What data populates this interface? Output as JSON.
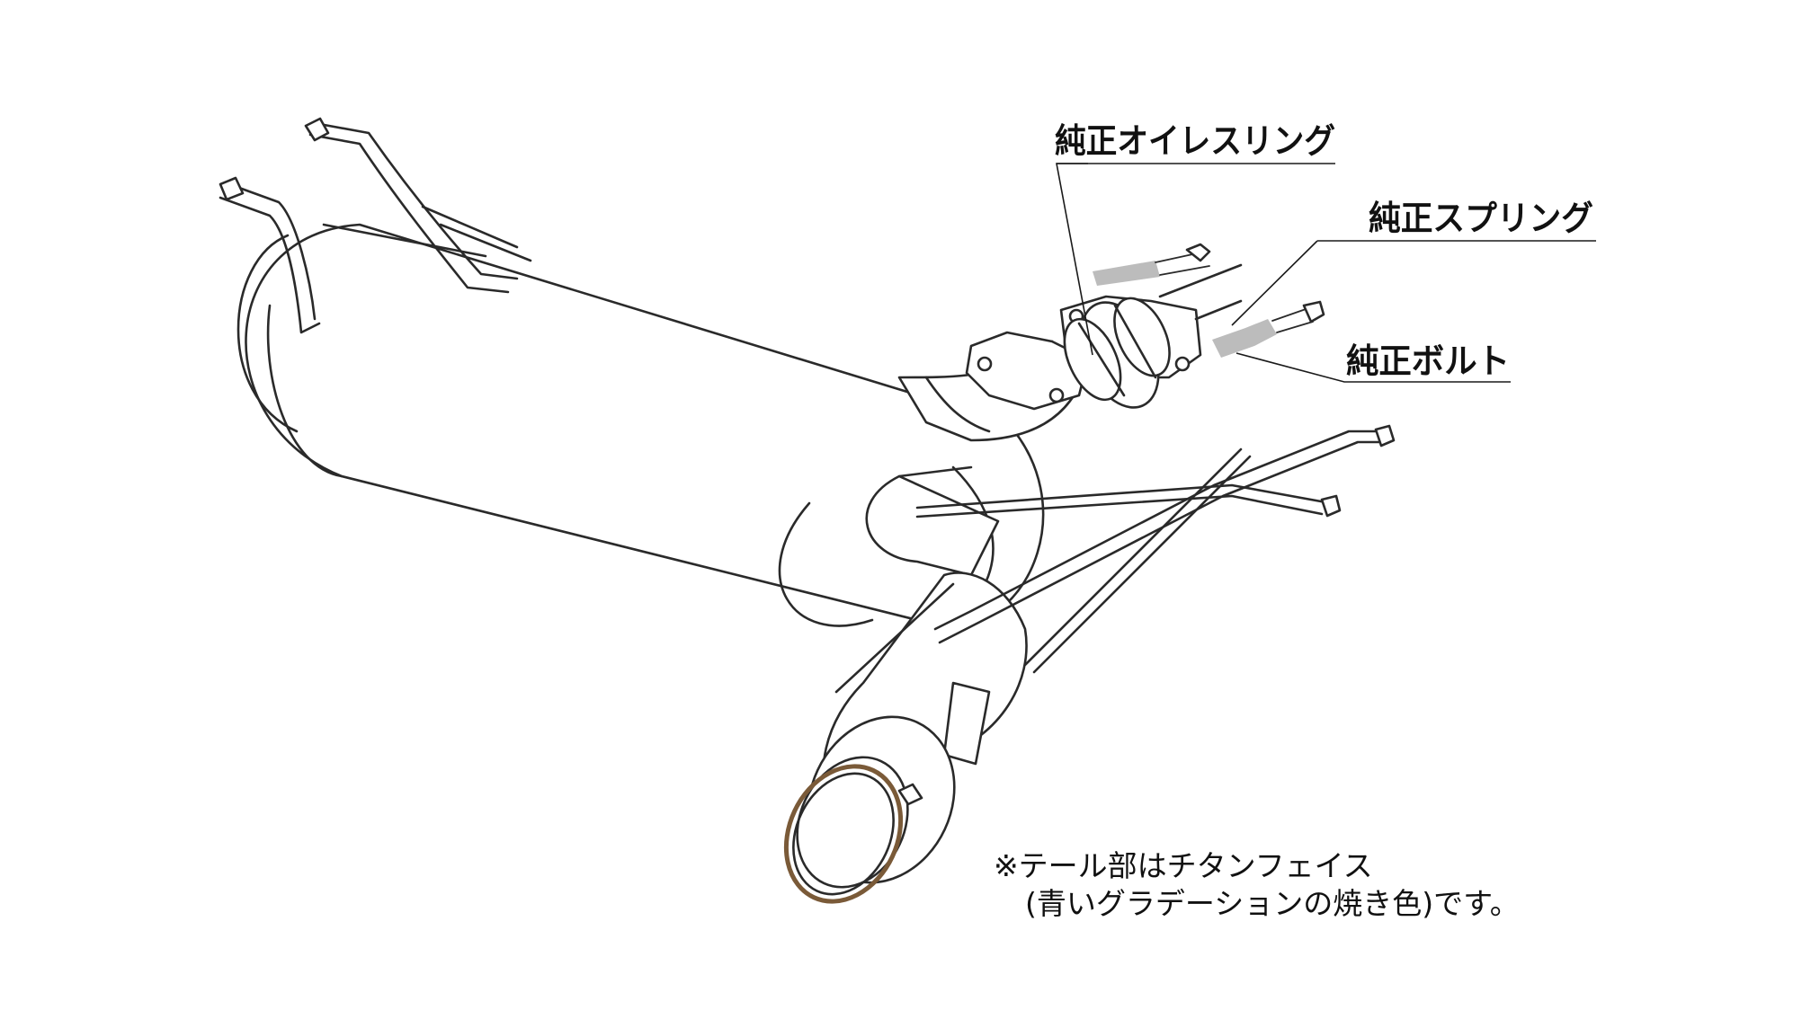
{
  "labels": {
    "oil_ring": "純正オイレスリング",
    "spring": "純正スプリング",
    "bolt": "純正ボルト"
  },
  "note": {
    "line1": "※テール部はチタンフェイス",
    "line2": "(青いグラデーションの焼き色)です。"
  },
  "colors": {
    "line": "#2a2a2a",
    "text": "#111111",
    "shade": "#bcbcbc",
    "tip_ring": "#7a5a38",
    "background": "#ffffff"
  }
}
